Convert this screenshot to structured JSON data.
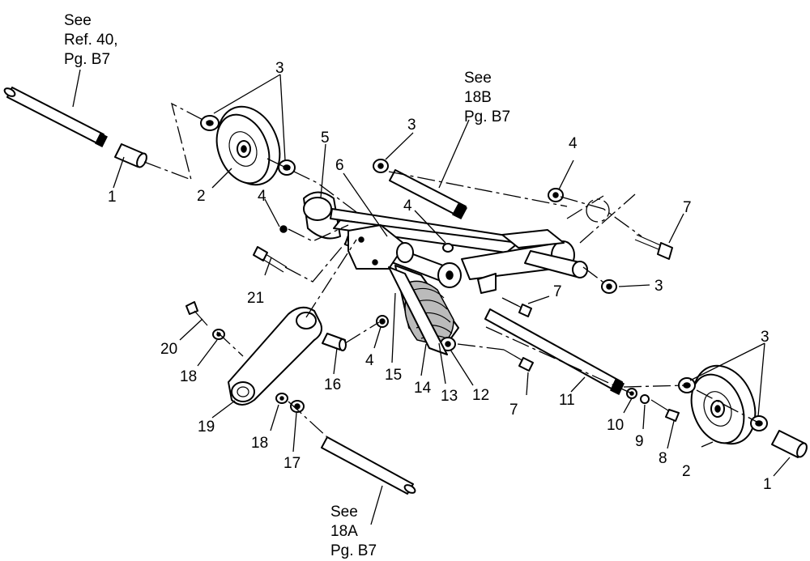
{
  "references": {
    "top_left": [
      "See",
      "Ref. 40,",
      "Pg. B7"
    ],
    "top_center": [
      "See",
      "18B",
      "Pg. B7"
    ],
    "bottom_center": [
      "See",
      "18A",
      "Pg. B7"
    ]
  },
  "callouts": {
    "c1a": "1",
    "c1b": "1",
    "c2a": "2",
    "c2b": "2",
    "c3a": "3",
    "c3b": "3",
    "c3c": "3",
    "c3d": "3",
    "c4a": "4",
    "c4b": "4",
    "c4c": "4",
    "c4d": "4",
    "c5": "5",
    "c6": "6",
    "c7a": "7",
    "c7b": "7",
    "c7c": "7",
    "c8": "8",
    "c9": "9",
    "c10": "10",
    "c11": "11",
    "c12": "12",
    "c13": "13",
    "c14": "14",
    "c15": "15",
    "c16": "16",
    "c17": "17",
    "c18a": "18",
    "c18b": "18",
    "c19": "19",
    "c20": "20",
    "c21": "21"
  }
}
